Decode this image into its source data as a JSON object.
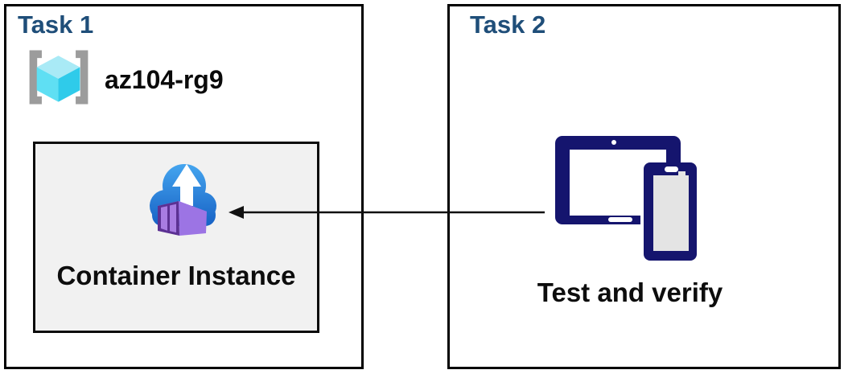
{
  "task1": {
    "title": "Task 1",
    "resource_group": {
      "name": "az104-rg9",
      "icon": "azure-resource-group-icon"
    },
    "container": {
      "label": "Container Instance",
      "icon": "azure-container-instance-icon"
    }
  },
  "task2": {
    "title": "Task 2",
    "devices": {
      "label": "Test and verify",
      "icon": "tablet-phone-devices-icon"
    }
  },
  "arrow": {
    "from": "test-devices",
    "to": "container-instance",
    "direction": "left"
  },
  "colors": {
    "task_title_blue": "#1F4E79",
    "panel_border": "#000000",
    "container_panel_fill": "#F1F1F1",
    "device_navy": "#15156E",
    "device_screen_gray": "#E4E4E4",
    "cloud_blue_top": "#46A7F0",
    "cloud_blue_bottom": "#1660C4",
    "container_purple_front": "#5C3193",
    "container_purple_side": "#9C74E4",
    "container_purple_top": "#B48FEF",
    "container_door_panel": "#A87CE2",
    "cube_cyan_top": "#A9EAF6",
    "cube_cyan_left": "#5FDFF3",
    "cube_cyan_right": "#2FCBEA",
    "bracket_gray": "#9C9C9C",
    "arrow_black": "#111111"
  }
}
